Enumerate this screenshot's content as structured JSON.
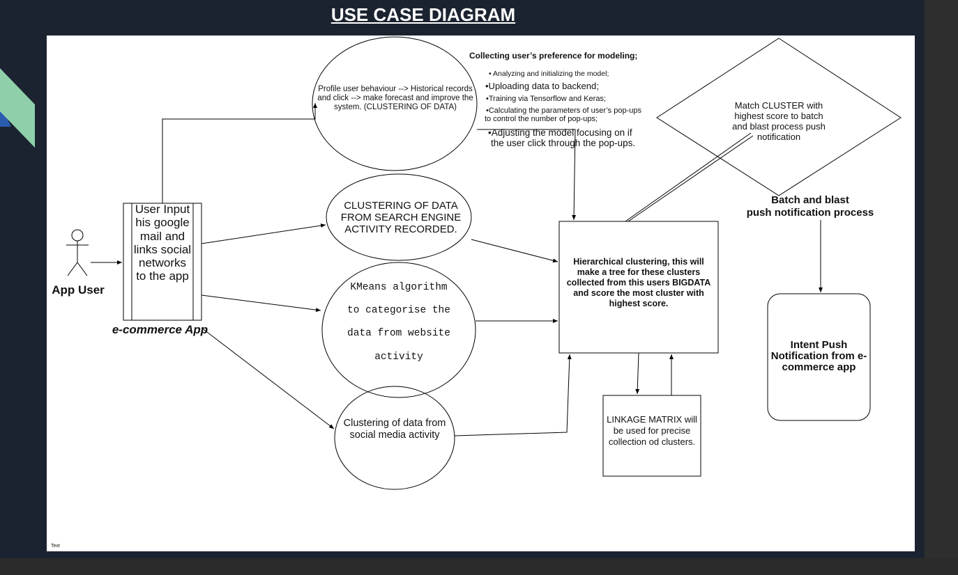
{
  "slide": {
    "title": "USE CASE DIAGRAM",
    "accent_colors": {
      "green": "#8fd0aa",
      "blue": "#2a5db0"
    }
  },
  "diagram": {
    "actor": {
      "label": "App User",
      "icon": "stick-figure-icon"
    },
    "system": {
      "text": "User Input his google mail and links social networks to the app",
      "caption": "e-commerce App"
    },
    "use_cases": {
      "profile": "Profile user behaviour --> Historical records and click --> make forecast and improve the system. (CLUSTERING OF DATA)",
      "search": "CLUSTERING OF DATA FROM SEARCH ENGINE ACTIVITY RECORDED.",
      "kmeans": [
        "KMeans algorithm",
        "to categorise the",
        "data from website",
        "activity"
      ],
      "social": "Clustering of data from social media activity"
    },
    "preference": {
      "title": "Collecting user’s preference for modeling;",
      "items": [
        "• Analyzing and initializing the model;",
        "•Uploading data to backend;",
        "•Training via Tensorflow and Keras;",
        "•Calculating the parameters of user’s pop-ups",
        "to control the number of pop-ups;",
        "•Adjusting the model focusing on if",
        "the user click through the pop-ups."
      ]
    },
    "hierarchical": "Hierarchical clustering, this will make a tree for these clusters collected from this users BIGDATA and score the most cluster with highest score.",
    "linkage": "LINKAGE MATRIX will be used for precise collection od clusters.",
    "match": "Match CLUSTER with highest score to batch and blast process push notification",
    "batch_label": [
      "Batch and blast",
      "push notification process"
    ],
    "intent": "Intent Push Notification from e-commerce app",
    "footer_text": "Text"
  }
}
